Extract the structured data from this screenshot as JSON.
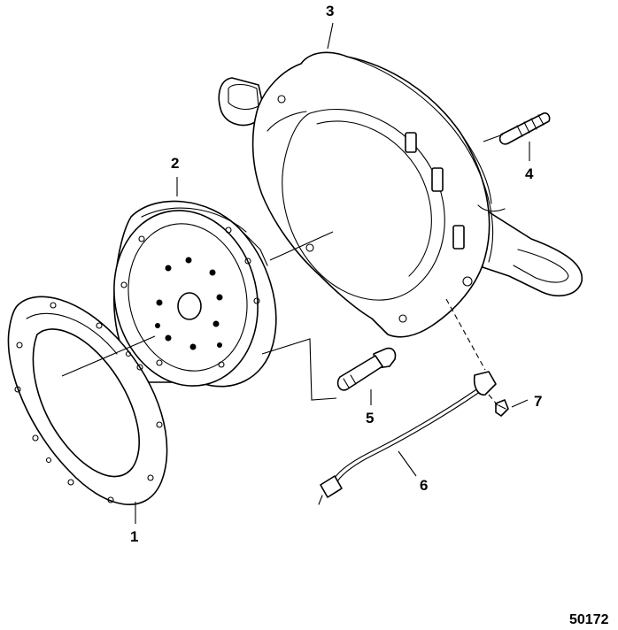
{
  "callouts": {
    "c1": "1",
    "c2": "2",
    "c3": "3",
    "c4": "4",
    "c5": "5",
    "c6": "6",
    "c7": "7"
  },
  "reference_number": "50172"
}
